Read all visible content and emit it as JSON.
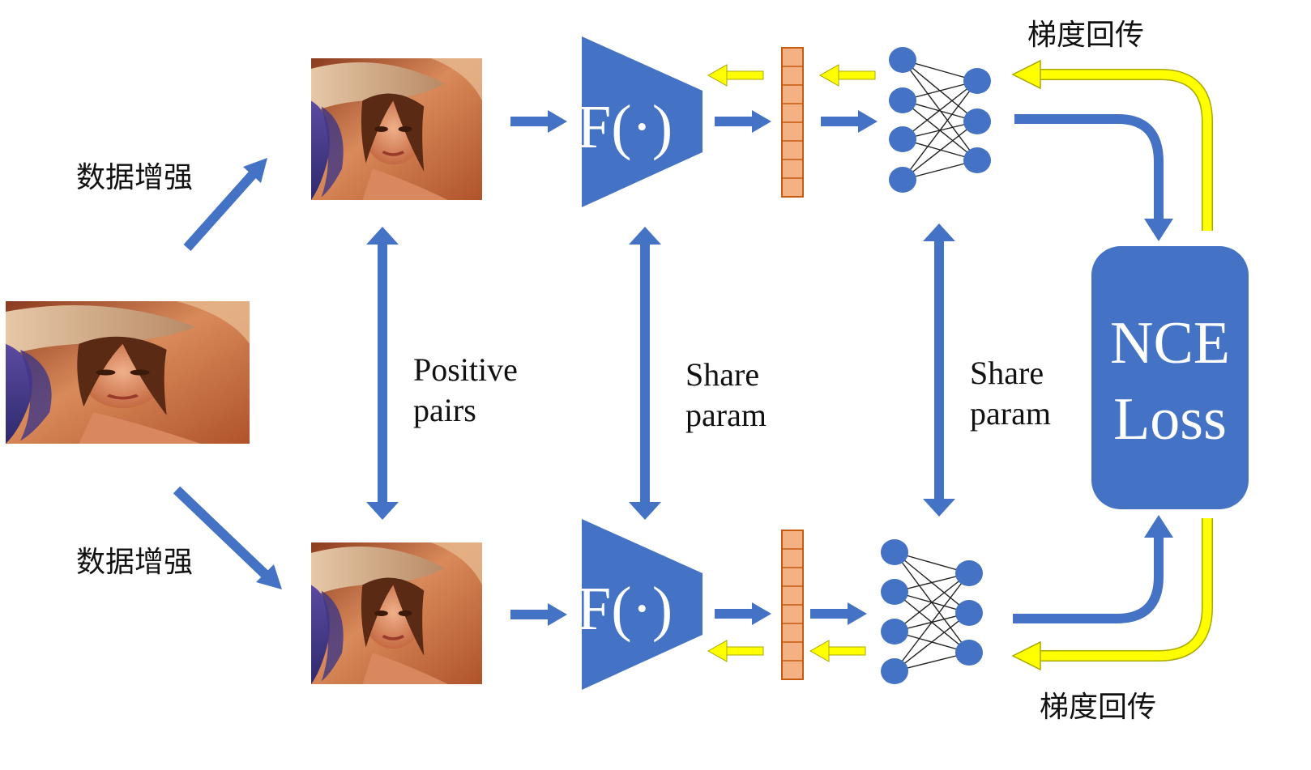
{
  "labels": {
    "augment_top": "数据增强",
    "augment_bottom": "数据增强",
    "positive_line1": "Positive",
    "positive_line2": "pairs",
    "share1_line1": "Share",
    "share1_line2": "param",
    "share2_line1": "Share",
    "share2_line2": "param",
    "encoder_top": "F(·)",
    "encoder_bottom": "F(·)",
    "loss_line1": "NCE",
    "loss_line2": "Loss",
    "grad_top": "梯度回传",
    "grad_bottom": "梯度回传"
  },
  "colors": {
    "blue": "#4472C4",
    "yellow": "#FFFF00",
    "vector_fill": "#F4B183",
    "vector_stroke": "#C55A11"
  }
}
